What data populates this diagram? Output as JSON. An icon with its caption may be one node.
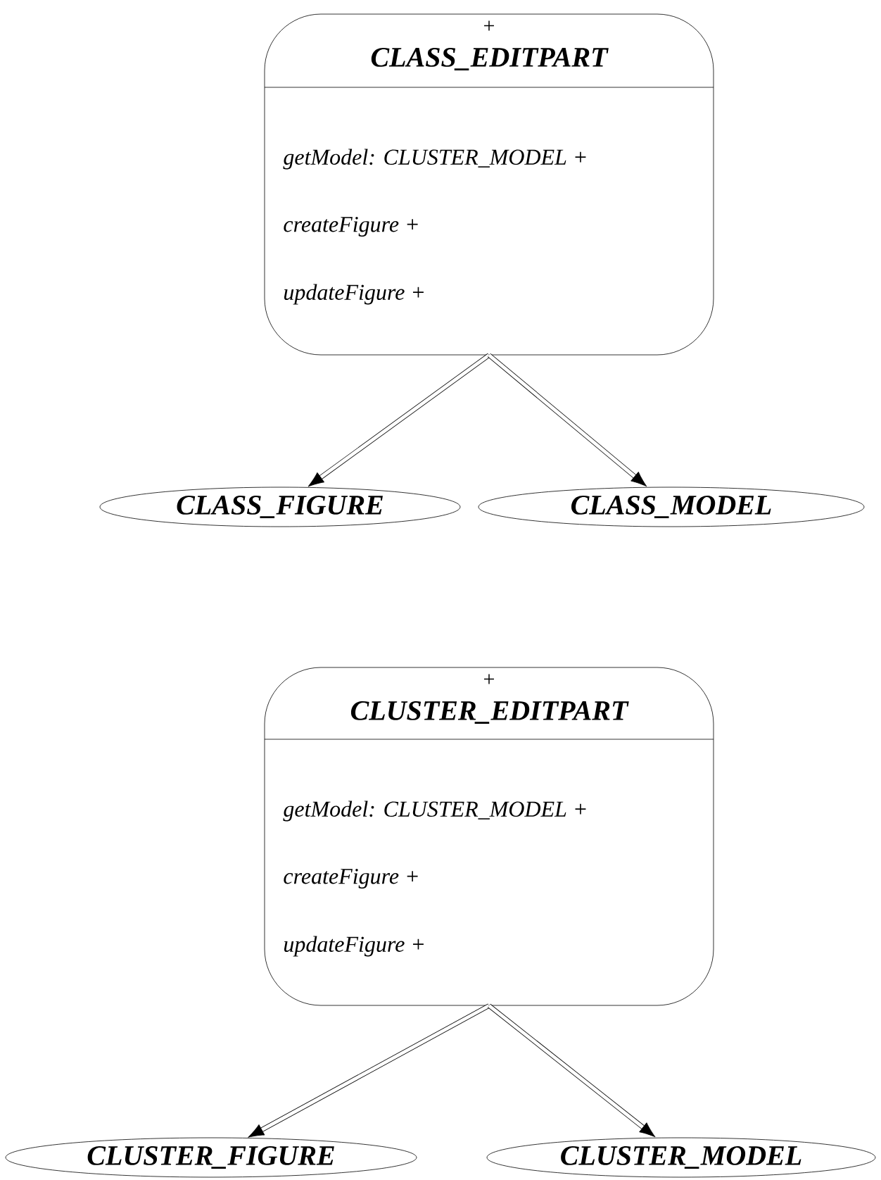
{
  "diagram": {
    "nodes": [
      {
        "text": [
          "+",
          "CLASS_EDITPART",
          "getModel: CLUSTER_MODEL +",
          "createFigure +",
          "updateFigure +"
        ]
      },
      {
        "text": [
          "CLASS_FIGURE"
        ]
      },
      {
        "text": [
          "CLASS_MODEL"
        ]
      },
      {
        "text": [
          "+",
          "CLUSTER_EDITPART",
          "getModel: CLUSTER_MODEL +",
          "createFigure +",
          "updateFigure +"
        ]
      },
      {
        "text": [
          "CLUSTER_FIGURE"
        ]
      },
      {
        "text": [
          "CLUSTER_MODEL"
        ]
      }
    ],
    "edges": [
      {
        "from": 0,
        "to": 1,
        "arrow": "to"
      },
      {
        "from": 0,
        "to": 2,
        "arrow": "to"
      },
      {
        "from": 3,
        "to": 4,
        "arrow": "to"
      },
      {
        "from": 3,
        "to": 5,
        "arrow": "to"
      }
    ]
  }
}
